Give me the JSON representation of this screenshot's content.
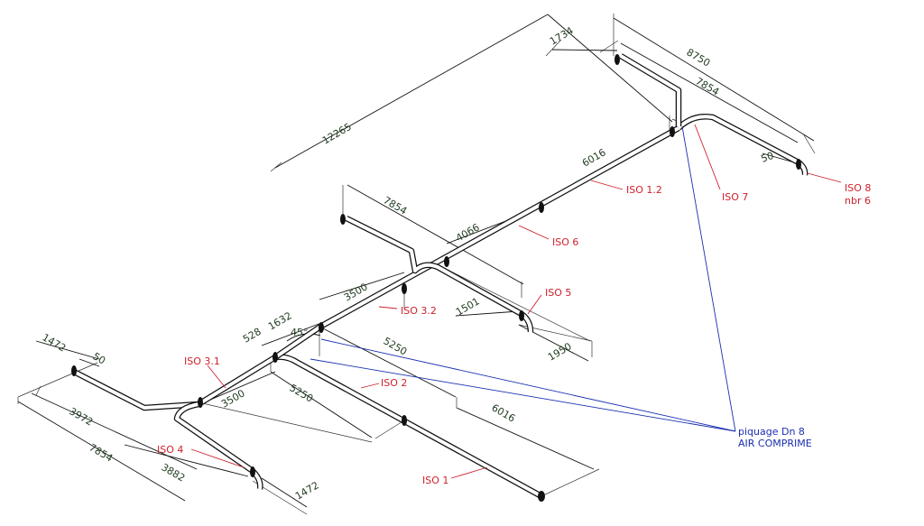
{
  "dimensions": {
    "d1734": "1734",
    "d8750": "8750",
    "d7854_top": "7854",
    "d12265": "12265",
    "d6016_top": "6016",
    "d50_right": "50",
    "d7854_mid": "7854",
    "d4066": "4066",
    "d3500_mid": "3500",
    "d1501": "1501",
    "d1950": "1950",
    "d528": "528",
    "d1632": "1632",
    "d45": "45°",
    "d5250_upper": "5250",
    "d1472_left": "1472",
    "d50_left": "50",
    "d3500_low": "3500",
    "d5250_low": "5250",
    "d3972": "3972",
    "d6016_low": "6016",
    "d7854_low": "7854",
    "d3882": "3882",
    "d1472_low": "1472"
  },
  "labels": {
    "iso8": "ISO 8",
    "nbr6": "nbr 6",
    "iso7": "ISO 7",
    "iso12": "ISO 1.2",
    "iso6": "ISO 6",
    "iso5": "ISO 5",
    "iso32": "ISO 3.2",
    "iso31": "ISO 3.1",
    "iso2": "ISO 2",
    "iso4": "ISO 4",
    "iso1": "ISO 1"
  },
  "note": {
    "line1": "piquage Dn 8",
    "line2": "AIR COMPRIME"
  },
  "colors": {
    "iso_labels": "#d0202a",
    "note_leaders": "#1a2fb0",
    "dimension_text": "#1e3a1e"
  }
}
